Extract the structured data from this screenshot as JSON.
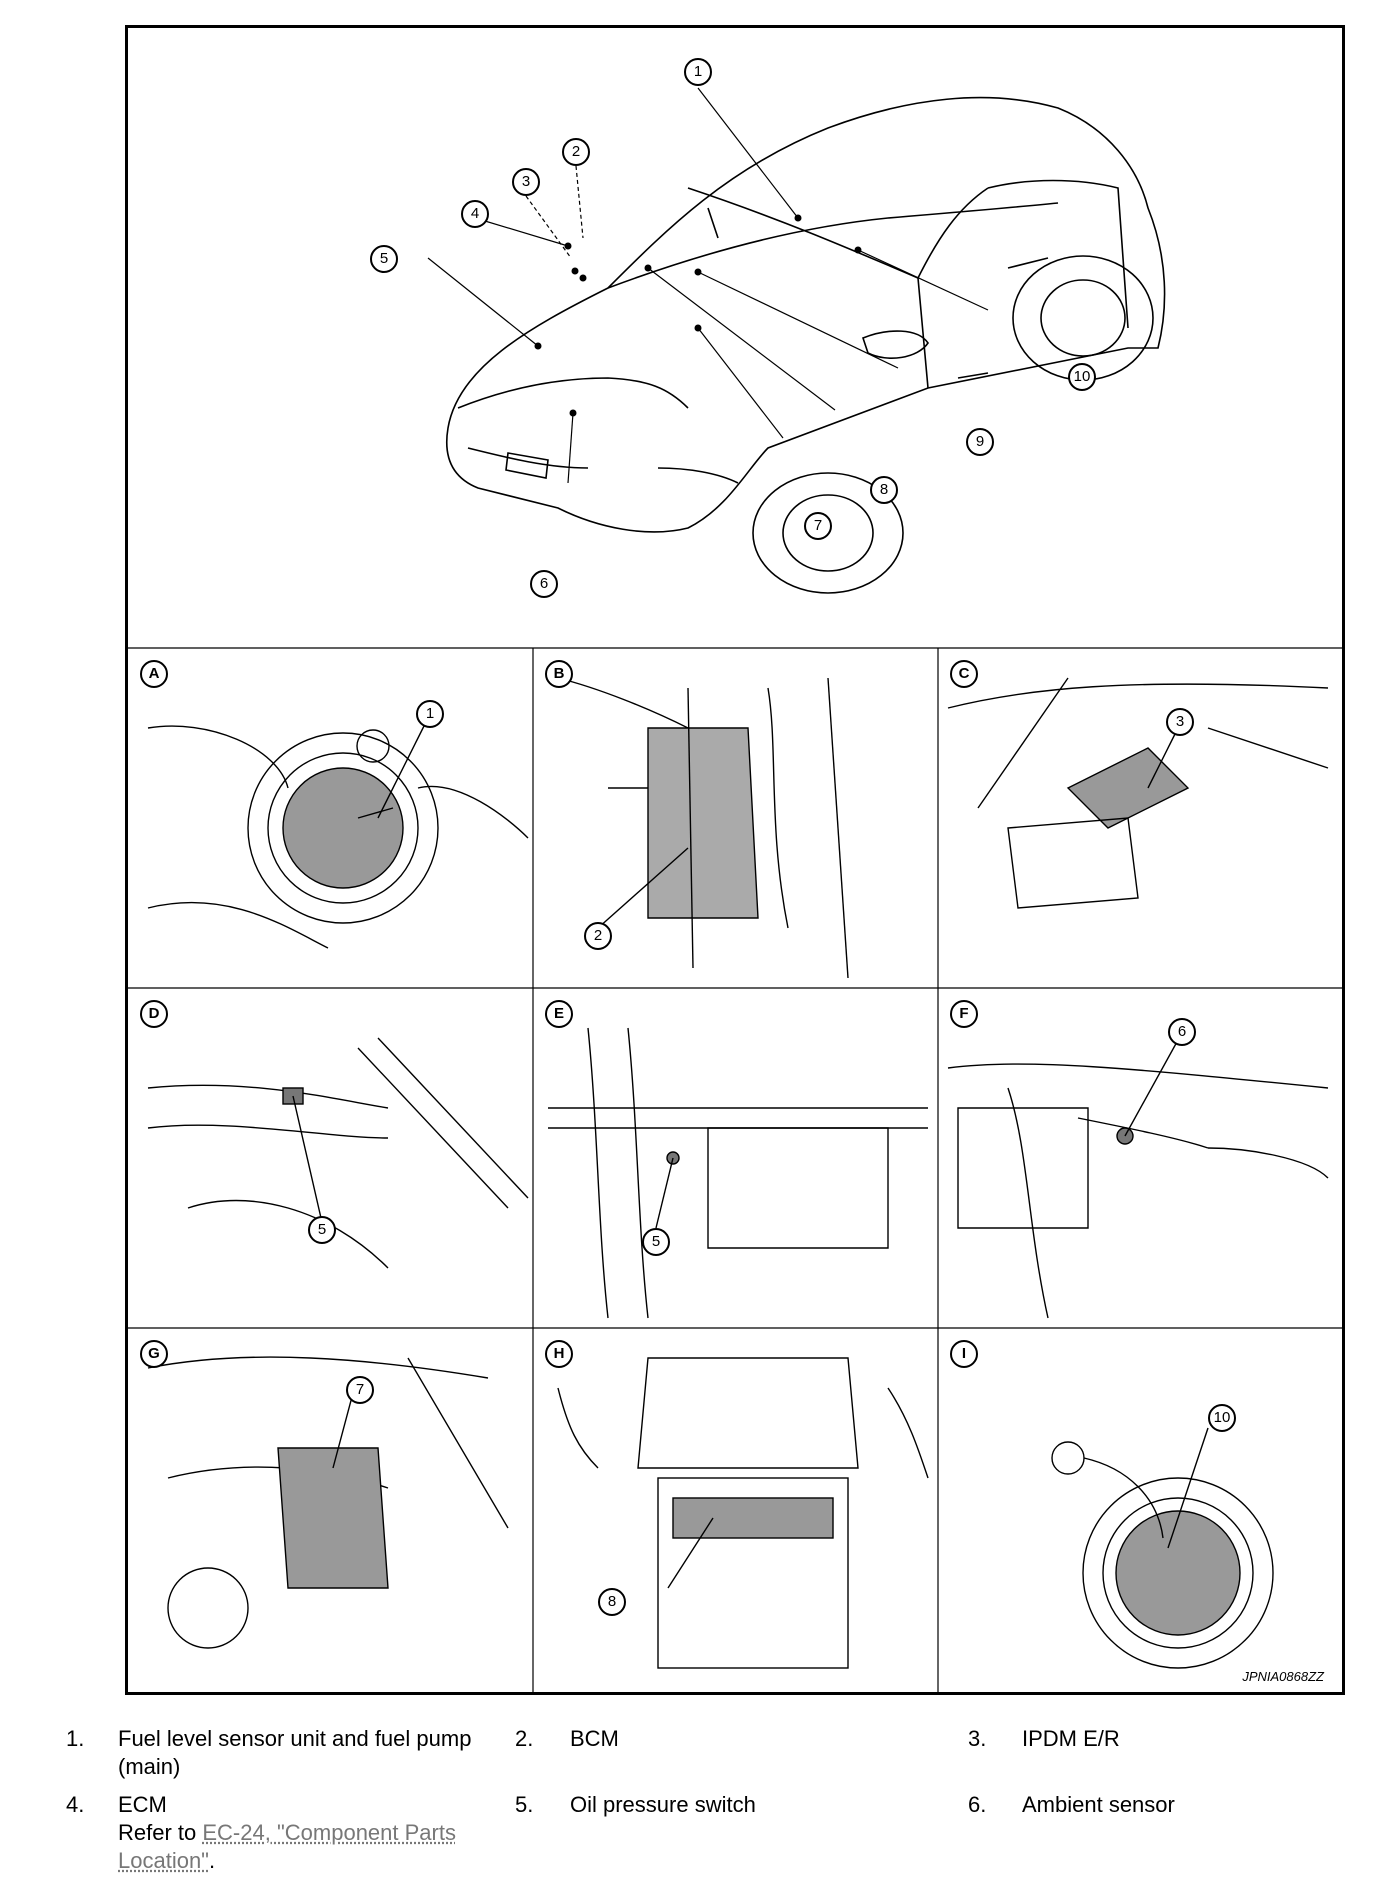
{
  "figure": {
    "code": "JPNIA0868ZZ",
    "panel_letters": [
      "A",
      "B",
      "C",
      "D",
      "E",
      "F",
      "G",
      "H",
      "I"
    ],
    "overview_callouts": [
      "1",
      "2",
      "3",
      "4",
      "5",
      "6",
      "7",
      "8",
      "9",
      "10"
    ],
    "panel_callouts": [
      "1",
      "2",
      "3",
      "5",
      "5",
      "6",
      "7",
      "8",
      "10"
    ]
  },
  "legend": [
    {
      "num": "1.",
      "label": "Fuel level sensor unit and fuel pump",
      "label2": "(main)"
    },
    {
      "num": "2.",
      "label": "BCM"
    },
    {
      "num": "3.",
      "label": "IPDM E/R"
    },
    {
      "num": "4.",
      "label": "ECM",
      "label2": "Refer to ",
      "link": "EC-24, \"Component Parts",
      "link2": "Location\"",
      "tail": "."
    },
    {
      "num": "5.",
      "label": "Oil pressure switch"
    },
    {
      "num": "6.",
      "label": "Ambient sensor"
    }
  ]
}
